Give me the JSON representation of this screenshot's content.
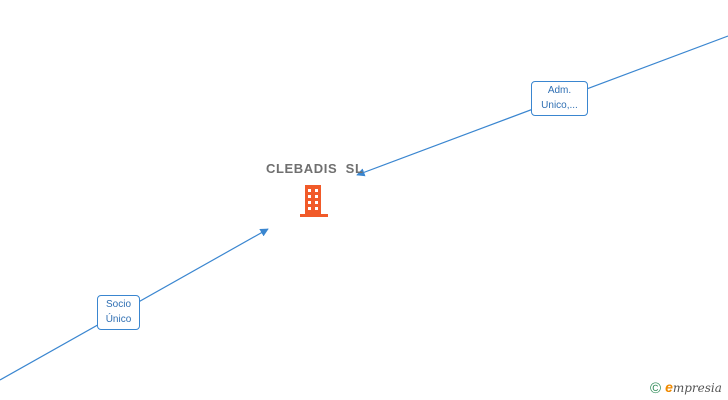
{
  "company": {
    "name": "CLEBADIS  SL",
    "icon": "building-icon",
    "icon_color": "#f15a29"
  },
  "relations": [
    {
      "id": "adm",
      "lines": [
        "Adm.",
        "Unico,..."
      ]
    },
    {
      "id": "socio",
      "lines": [
        "Socio",
        "Único"
      ]
    }
  ],
  "watermark": {
    "symbol": "©",
    "brand_initial": "e",
    "brand_rest": "mpresia"
  },
  "colors": {
    "edge": "#3a86d0",
    "label_text": "#2f6fb3",
    "company_text": "#6f6f6f"
  }
}
